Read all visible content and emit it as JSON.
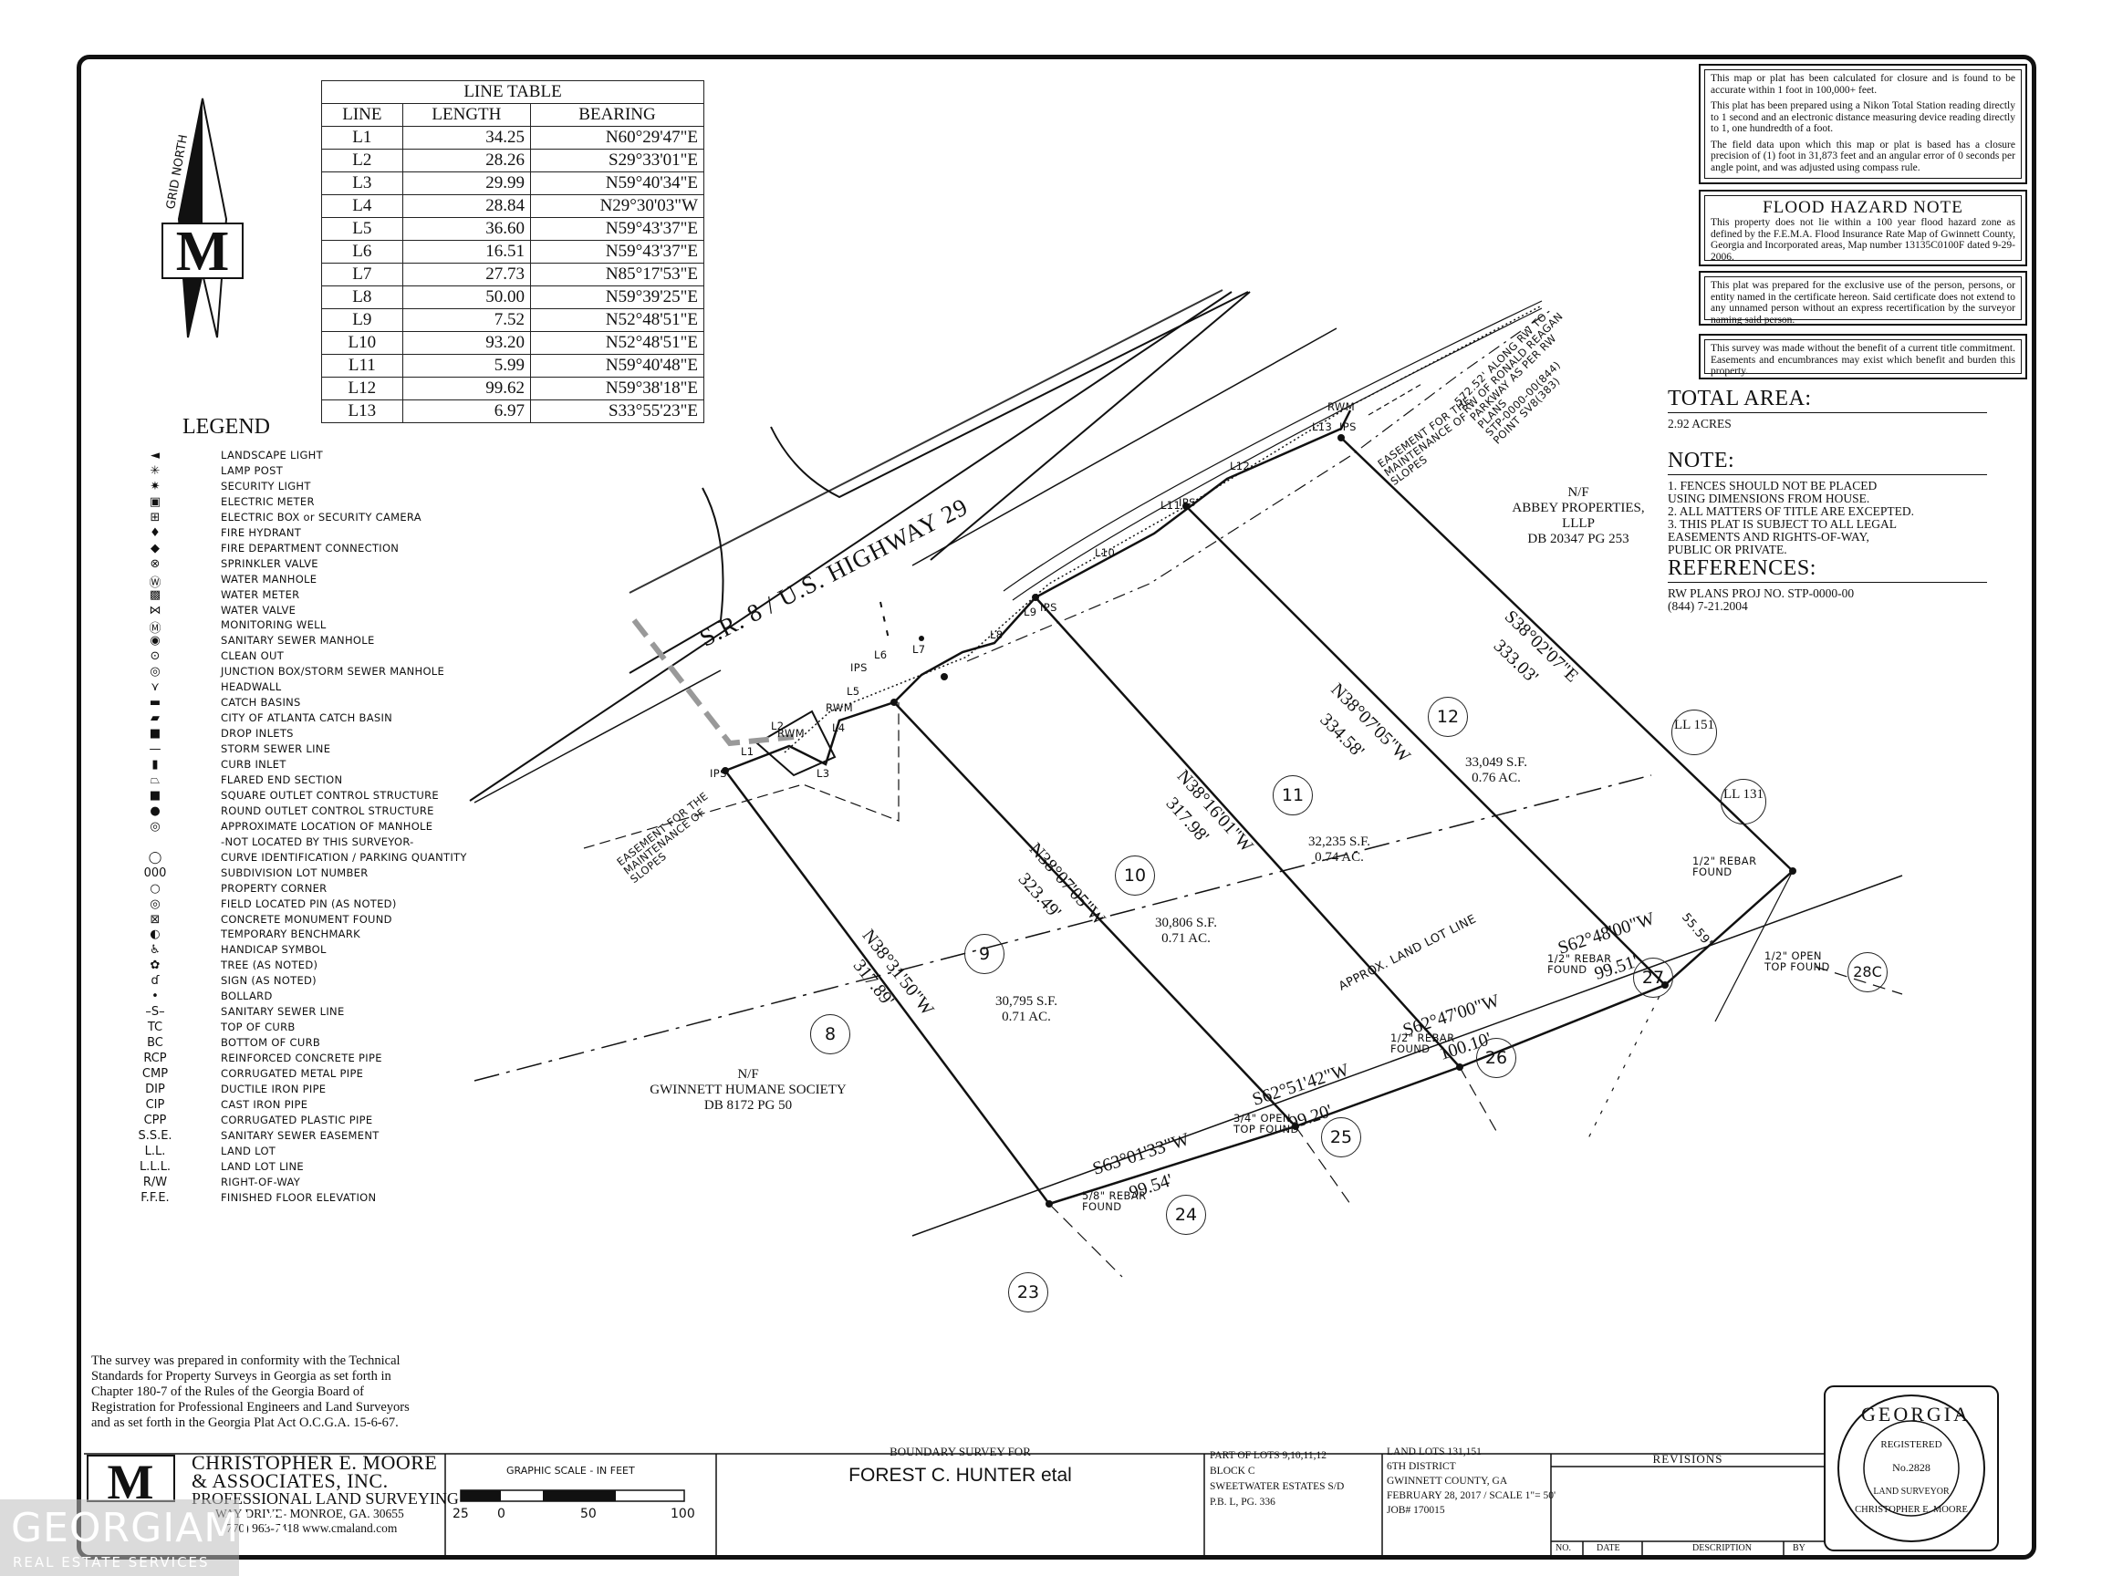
{
  "line_table": {
    "title": "LINE TABLE",
    "headers": [
      "LINE",
      "LENGTH",
      "BEARING"
    ],
    "rows": [
      [
        "L1",
        "34.25",
        "N60°29'47\"E"
      ],
      [
        "L2",
        "28.26",
        "S29°33'01\"E"
      ],
      [
        "L3",
        "29.99",
        "N59°40'34\"E"
      ],
      [
        "L4",
        "28.84",
        "N29°30'03\"W"
      ],
      [
        "L5",
        "36.60",
        "N59°43'37\"E"
      ],
      [
        "L6",
        "16.51",
        "N59°43'37\"E"
      ],
      [
        "L7",
        "27.73",
        "N85°17'53\"E"
      ],
      [
        "L8",
        "50.00",
        "N59°39'25\"E"
      ],
      [
        "L9",
        "7.52",
        "N52°48'51\"E"
      ],
      [
        "L10",
        "93.20",
        "N52°48'51\"E"
      ],
      [
        "L11",
        "5.99",
        "N59°40'48\"E"
      ],
      [
        "L12",
        "99.62",
        "N59°38'18\"E"
      ],
      [
        "L13",
        "6.97",
        "S33°55'23\"E"
      ]
    ]
  },
  "north_arrow": {
    "label": "GRID NORTH"
  },
  "legend": {
    "title": "LEGEND",
    "items": [
      {
        "sym": "◄",
        "label": "LANDSCAPE LIGHT"
      },
      {
        "sym": "✳",
        "label": "LAMP POST"
      },
      {
        "sym": "✷",
        "label": "SECURITY LIGHT"
      },
      {
        "sym": "▣",
        "label": "ELECTRIC METER"
      },
      {
        "sym": "⊞",
        "label": "ELECTRIC BOX or SECURITY CAMERA"
      },
      {
        "sym": "♦",
        "label": "FIRE HYDRANT"
      },
      {
        "sym": "◆",
        "label": "FIRE DEPARTMENT CONNECTION"
      },
      {
        "sym": "⊗",
        "label": "SPRINKLER VALVE"
      },
      {
        "sym": "Ⓦ",
        "label": "WATER MANHOLE"
      },
      {
        "sym": "▩",
        "label": "WATER METER"
      },
      {
        "sym": "⋈",
        "label": "WATER VALVE"
      },
      {
        "sym": "Ⓜ",
        "label": "MONITORING WELL"
      },
      {
        "sym": "◉",
        "label": "SANITARY SEWER MANHOLE"
      },
      {
        "sym": "⊙",
        "label": "CLEAN OUT"
      },
      {
        "sym": "◎",
        "label": "JUNCTION BOX/STORM SEWER MANHOLE"
      },
      {
        "sym": "⋎",
        "label": "HEADWALL"
      },
      {
        "sym": "▬",
        "label": "CATCH BASINS"
      },
      {
        "sym": "▰",
        "label": "CITY OF ATLANTA CATCH BASIN"
      },
      {
        "sym": "■",
        "label": "DROP INLETS"
      },
      {
        "sym": "—",
        "label": "STORM SEWER LINE"
      },
      {
        "sym": "▮",
        "label": "CURB INLET"
      },
      {
        "sym": "⏢",
        "label": "FLARED END SECTION"
      },
      {
        "sym": "■",
        "label": "SQUARE OUTLET CONTROL STRUCTURE"
      },
      {
        "sym": "●",
        "label": "ROUND OUTLET CONTROL STRUCTURE"
      },
      {
        "sym": "◎",
        "label": "APPROXIMATE LOCATION OF MANHOLE"
      },
      {
        "sym": "",
        "label": "-NOT LOCATED BY THIS SURVEYOR-"
      },
      {
        "sym": "◯",
        "label": "CURVE IDENTIFICATION / PARKING QUANTITY"
      },
      {
        "sym": "000",
        "label": "SUBDIVISION LOT NUMBER"
      },
      {
        "sym": "○",
        "label": "PROPERTY CORNER"
      },
      {
        "sym": "◎",
        "label": "FIELD LOCATED PIN (AS NOTED)"
      },
      {
        "sym": "⊠",
        "label": "CONCRETE MONUMENT FOUND"
      },
      {
        "sym": "◐",
        "label": "TEMPORARY BENCHMARK"
      },
      {
        "sym": "♿",
        "label": "HANDICAP SYMBOL"
      },
      {
        "sym": "✿",
        "label": "TREE (AS NOTED)"
      },
      {
        "sym": "ɗ",
        "label": "SIGN (AS NOTED)"
      },
      {
        "sym": "•",
        "label": "BOLLARD"
      },
      {
        "sym": "–S–",
        "label": "SANITARY SEWER LINE"
      },
      {
        "sym": "TC",
        "label": "TOP OF CURB"
      },
      {
        "sym": "BC",
        "label": "BOTTOM OF CURB"
      },
      {
        "sym": "RCP",
        "label": "REINFORCED CONCRETE PIPE"
      },
      {
        "sym": "CMP",
        "label": "CORRUGATED METAL PIPE"
      },
      {
        "sym": "DIP",
        "label": "DUCTILE IRON PIPE"
      },
      {
        "sym": "CIP",
        "label": "CAST IRON PIPE"
      },
      {
        "sym": "CPP",
        "label": "CORRUGATED PLASTIC PIPE"
      },
      {
        "sym": "S.S.E.",
        "label": "SANITARY SEWER EASEMENT"
      },
      {
        "sym": "L.L.",
        "label": "LAND LOT"
      },
      {
        "sym": "L.L.L.",
        "label": "LAND LOT LINE"
      },
      {
        "sym": "R/W",
        "label": "RIGHT-OF-WAY"
      },
      {
        "sym": "F.F.E.",
        "label": "FINISHED FLOOR ELEVATION"
      }
    ]
  },
  "standards_note": "The survey was prepared in conformity with the Technical Standards for Property Surveys in Georgia as set forth in Chapter 180-7 of the Rules of the Georgia Board of Registration for Professional Engineers and Land Surveyors and as set forth in the Georgia Plat Act O.C.G.A. 15-6-67.",
  "closure_note": {
    "p1": "This map or plat has been calculated for closure and is found to be accurate within 1 foot in 100,000+ feet.",
    "p2": "This plat has been prepared using a Nikon Total Station reading directly to 1 second and an electronic distance measuring device reading directly to 1, one hundredth of a foot.",
    "p3": "The field data upon which this map or plat is based has a closure precision of (1) foot in 31,873 feet and an angular error of 0 seconds per angle point, and was adjusted using compass rule."
  },
  "flood_note": {
    "title": "FLOOD HAZARD NOTE",
    "text": "This property does not lie within a 100 year flood hazard zone as defined by the F.E.M.A. Flood Insurance Rate Map of Gwinnett County, Georgia and Incorporated areas, Map number 13135C0100F dated 9-29-2006."
  },
  "use_note": "This plat was prepared for the exclusive use of the person, persons, or entity named in the certificate hereon. Said certificate does not extend to any unnamed person without an express recertification by the surveyor naming said person.",
  "title_note": "This survey was made without the benefit of a current title commitment. Easements and encumbrances may exist which benefit and burden this property.",
  "total_area": {
    "heading": "TOTAL AREA:",
    "value": "2.92 ACRES"
  },
  "note": {
    "heading": "NOTE:",
    "items": [
      "1. FENCES SHOULD NOT BE PLACED USING DIMENSIONS FROM HOUSE.",
      "2. ALL MATTERS OF TITLE ARE EXCEPTED.",
      "3. THIS PLAT IS SUBJECT TO ALL LEGAL EASEMENTS AND RIGHTS-OF-WAY, PUBLIC OR PRIVATE."
    ]
  },
  "references": {
    "heading": "REFERENCES:",
    "line1": "RW PLANS PROJ NO. STP-0000-00",
    "line2": "(844) 7-21.2004"
  },
  "plat": {
    "highway": "S.R. 8 / U.S. HIGHWAY 29",
    "abbey": [
      "N/F",
      "ABBEY PROPERTIES, LLLP",
      "DB 20347 PG 253"
    ],
    "humane": [
      "N/F",
      "GWINNETT HUMANE SOCIETY",
      "DB 8172 PG 50"
    ],
    "easement_left": [
      "EASEMENT FOR THE",
      "MAINTENANCE OF",
      "SLOPES"
    ],
    "easement_right": [
      "EASEMENT FOR THE",
      "MAINTENANCE OF",
      "SLOPES"
    ],
    "rw_note": [
      "572.52' ALONG RW TO",
      "RW OF RONALD REAGAN",
      "PARKWAY AS PER RW",
      "PLANS",
      "STP-0000-00(844)",
      "POINT SV8(383)"
    ],
    "land_lot_line": "APPROX. LAND LOT LINE",
    "bearings": {
      "b8": "N38°31'50\"W",
      "d8": "317.89'",
      "b9": "N38°07'05\"W",
      "d9": "323.49'",
      "b10": "N38°16'01\"W",
      "d10": "317.98'",
      "b11": "N38°07'05\"W",
      "d11": "334.58'",
      "b12": "S38°02'07\"E",
      "d12": "333.03'",
      "r1": "S63°01'33\"W",
      "rd1": "99.54'",
      "r2": "S62°51'42\"W",
      "rd2": "99.20'",
      "r3": "S62°47'00\"W",
      "rd3": "100.10'",
      "r4": "S62°48'00\"W",
      "rd4": "99.51'",
      "side": "55.59'"
    },
    "lots": [
      {
        "num": "8"
      },
      {
        "num": "9"
      },
      {
        "num": "10"
      },
      {
        "num": "11"
      },
      {
        "num": "12"
      },
      {
        "num": "23"
      },
      {
        "num": "24"
      },
      {
        "num": "25"
      },
      {
        "num": "26"
      },
      {
        "num": "27"
      },
      {
        "num": "28C"
      }
    ],
    "land_lots": [
      "LL 151",
      "LL 131"
    ],
    "areas": {
      "a9": [
        "30,795 S.F.",
        "0.71 AC."
      ],
      "a10": [
        "30,806 S.F.",
        "0.71 AC."
      ],
      "a11": [
        "32,235 S.F.",
        "0.74 AC."
      ],
      "a12": [
        "33,049 S.F.",
        "0.76 AC."
      ]
    },
    "pins": {
      "p1": [
        "5/8\" REBAR",
        "FOUND"
      ],
      "p2": [
        "3/4\" OPEN",
        "TOP FOUND"
      ],
      "p3": [
        "1/2\" REBAR",
        "FOUND"
      ],
      "p4": [
        "1/2\" REBAR",
        "FOUND"
      ],
      "p5": [
        "1/2\" REBAR",
        "FOUND"
      ],
      "p6": [
        "1/2\" OPEN",
        "TOP FOUND"
      ]
    },
    "labels": {
      "ips": "IPS",
      "rwm": "RWM",
      "l1": "L1",
      "l2": "L2",
      "l3": "L3",
      "l4": "L4",
      "l5": "L5",
      "l6": "L6",
      "l7": "L7",
      "l8": "L8",
      "l9": "L9",
      "l10": "L10",
      "l11": "L11",
      "l12": "L12",
      "l13": "L13"
    }
  },
  "title_block": {
    "company": "CHRISTOPHER E. MOORE",
    "company2": "& ASSOCIATES, INC.",
    "company3": "PROFESSIONAL LAND SURVEYING",
    "address": "WAY DRIVE- MONROE, GA. 30655",
    "phone": "770) 963-7418 www.cmaland.com",
    "scale_title": "GRAPHIC SCALE - IN FEET",
    "scale_ticks": [
      "25",
      "0",
      "50",
      "100"
    ],
    "survey_for": "BOUNDARY SURVEY FOR",
    "client": "FOREST C. HUNTER etal",
    "lots_info": [
      "PART OF LOTS 9,10,11,12",
      "BLOCK C",
      "SWEETWATER ESTATES S/D",
      "P.B. L, PG. 336"
    ],
    "district_info": [
      "LAND LOTS 131,151",
      "6TH DISTRICT",
      "GWINNETT COUNTY, GA",
      "FEBRUARY 28, 2017 / SCALE 1\"= 50'",
      "JOB# 170015"
    ],
    "revisions": "REVISIONS",
    "rev_cols": [
      "NO.",
      "DATE",
      "DESCRIPTION",
      "BY"
    ]
  },
  "seal": {
    "top": "GEORGIA",
    "mid": "REGISTERED",
    "num": "No.2828",
    "bottom": "CHRISTOPHER E. MOORE",
    "bottom2": "LAND SURVEYOR"
  },
  "watermark": {
    "line1": "GEORGIAMLS",
    "line2": "REAL ESTATE SERVICES"
  }
}
